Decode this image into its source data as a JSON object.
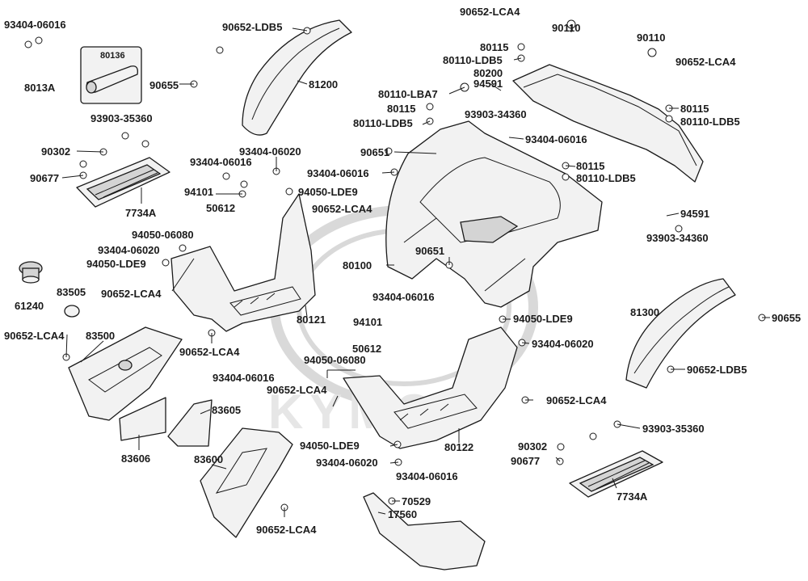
{
  "diagram": {
    "watermark": "KYMCO",
    "labels": {
      "l01": "93404-06016",
      "l02": "80136",
      "l03": "8013A",
      "l04": "90652-LDB5",
      "l05": "90655",
      "l06": "81200",
      "l07": "93903-35360",
      "l08": "90302",
      "l09": "90677",
      "l10": "7734A",
      "l11": "93404-06020",
      "l12": "93404-06016",
      "l13": "94101",
      "l14": "94050-LDE9",
      "l15": "50612",
      "l16": "90652-LCA4",
      "l17": "94050-06080",
      "l18": "93404-06020",
      "l19": "94050-LDE9",
      "l20": "90652-LCA4",
      "l21": "80121",
      "l22": "61240",
      "l23": "83505",
      "l24": "90652-LCA4",
      "l25": "83500",
      "l26": "90652-LCA4",
      "l27": "93404-06016",
      "l28": "83605",
      "l29": "83606",
      "l30": "83600",
      "l31": "90652-LCA4",
      "l32": "90652-LCA4",
      "l33": "90110",
      "l34": "80115",
      "l35": "80110-LDB5",
      "l36": "80200",
      "l37": "94591",
      "l38": "80110-LBA7",
      "l39": "80115",
      "l40": "80110-LDB5",
      "l41": "93903-34360",
      "l42": "90651",
      "l43": "93404-06016",
      "l44": "93404-06016",
      "l45": "90110",
      "l46": "90652-LCA4",
      "l47": "80115",
      "l48": "80110-LDB5",
      "l49": "80115",
      "l50": "80110-LDB5",
      "l51": "94591",
      "l52": "93903-34360",
      "l53": "90651",
      "l54": "80100",
      "l55": "93404-06016",
      "l56": "94101",
      "l57": "94050-LDE9",
      "l58": "93404-06020",
      "l59": "81300",
      "l60": "90655",
      "l61": "90652-LDB5",
      "l62": "50612",
      "l63": "94050-06080",
      "l64": "90652-LCA4",
      "l65": "90652-LCA4",
      "l66": "93903-35360",
      "l67": "94050-LDE9",
      "l68": "80122",
      "l69": "93404-06020",
      "l70": "93404-06016",
      "l71": "90302",
      "l72": "90677",
      "l73": "7734A",
      "l74": "70529",
      "l75": "17560"
    }
  }
}
